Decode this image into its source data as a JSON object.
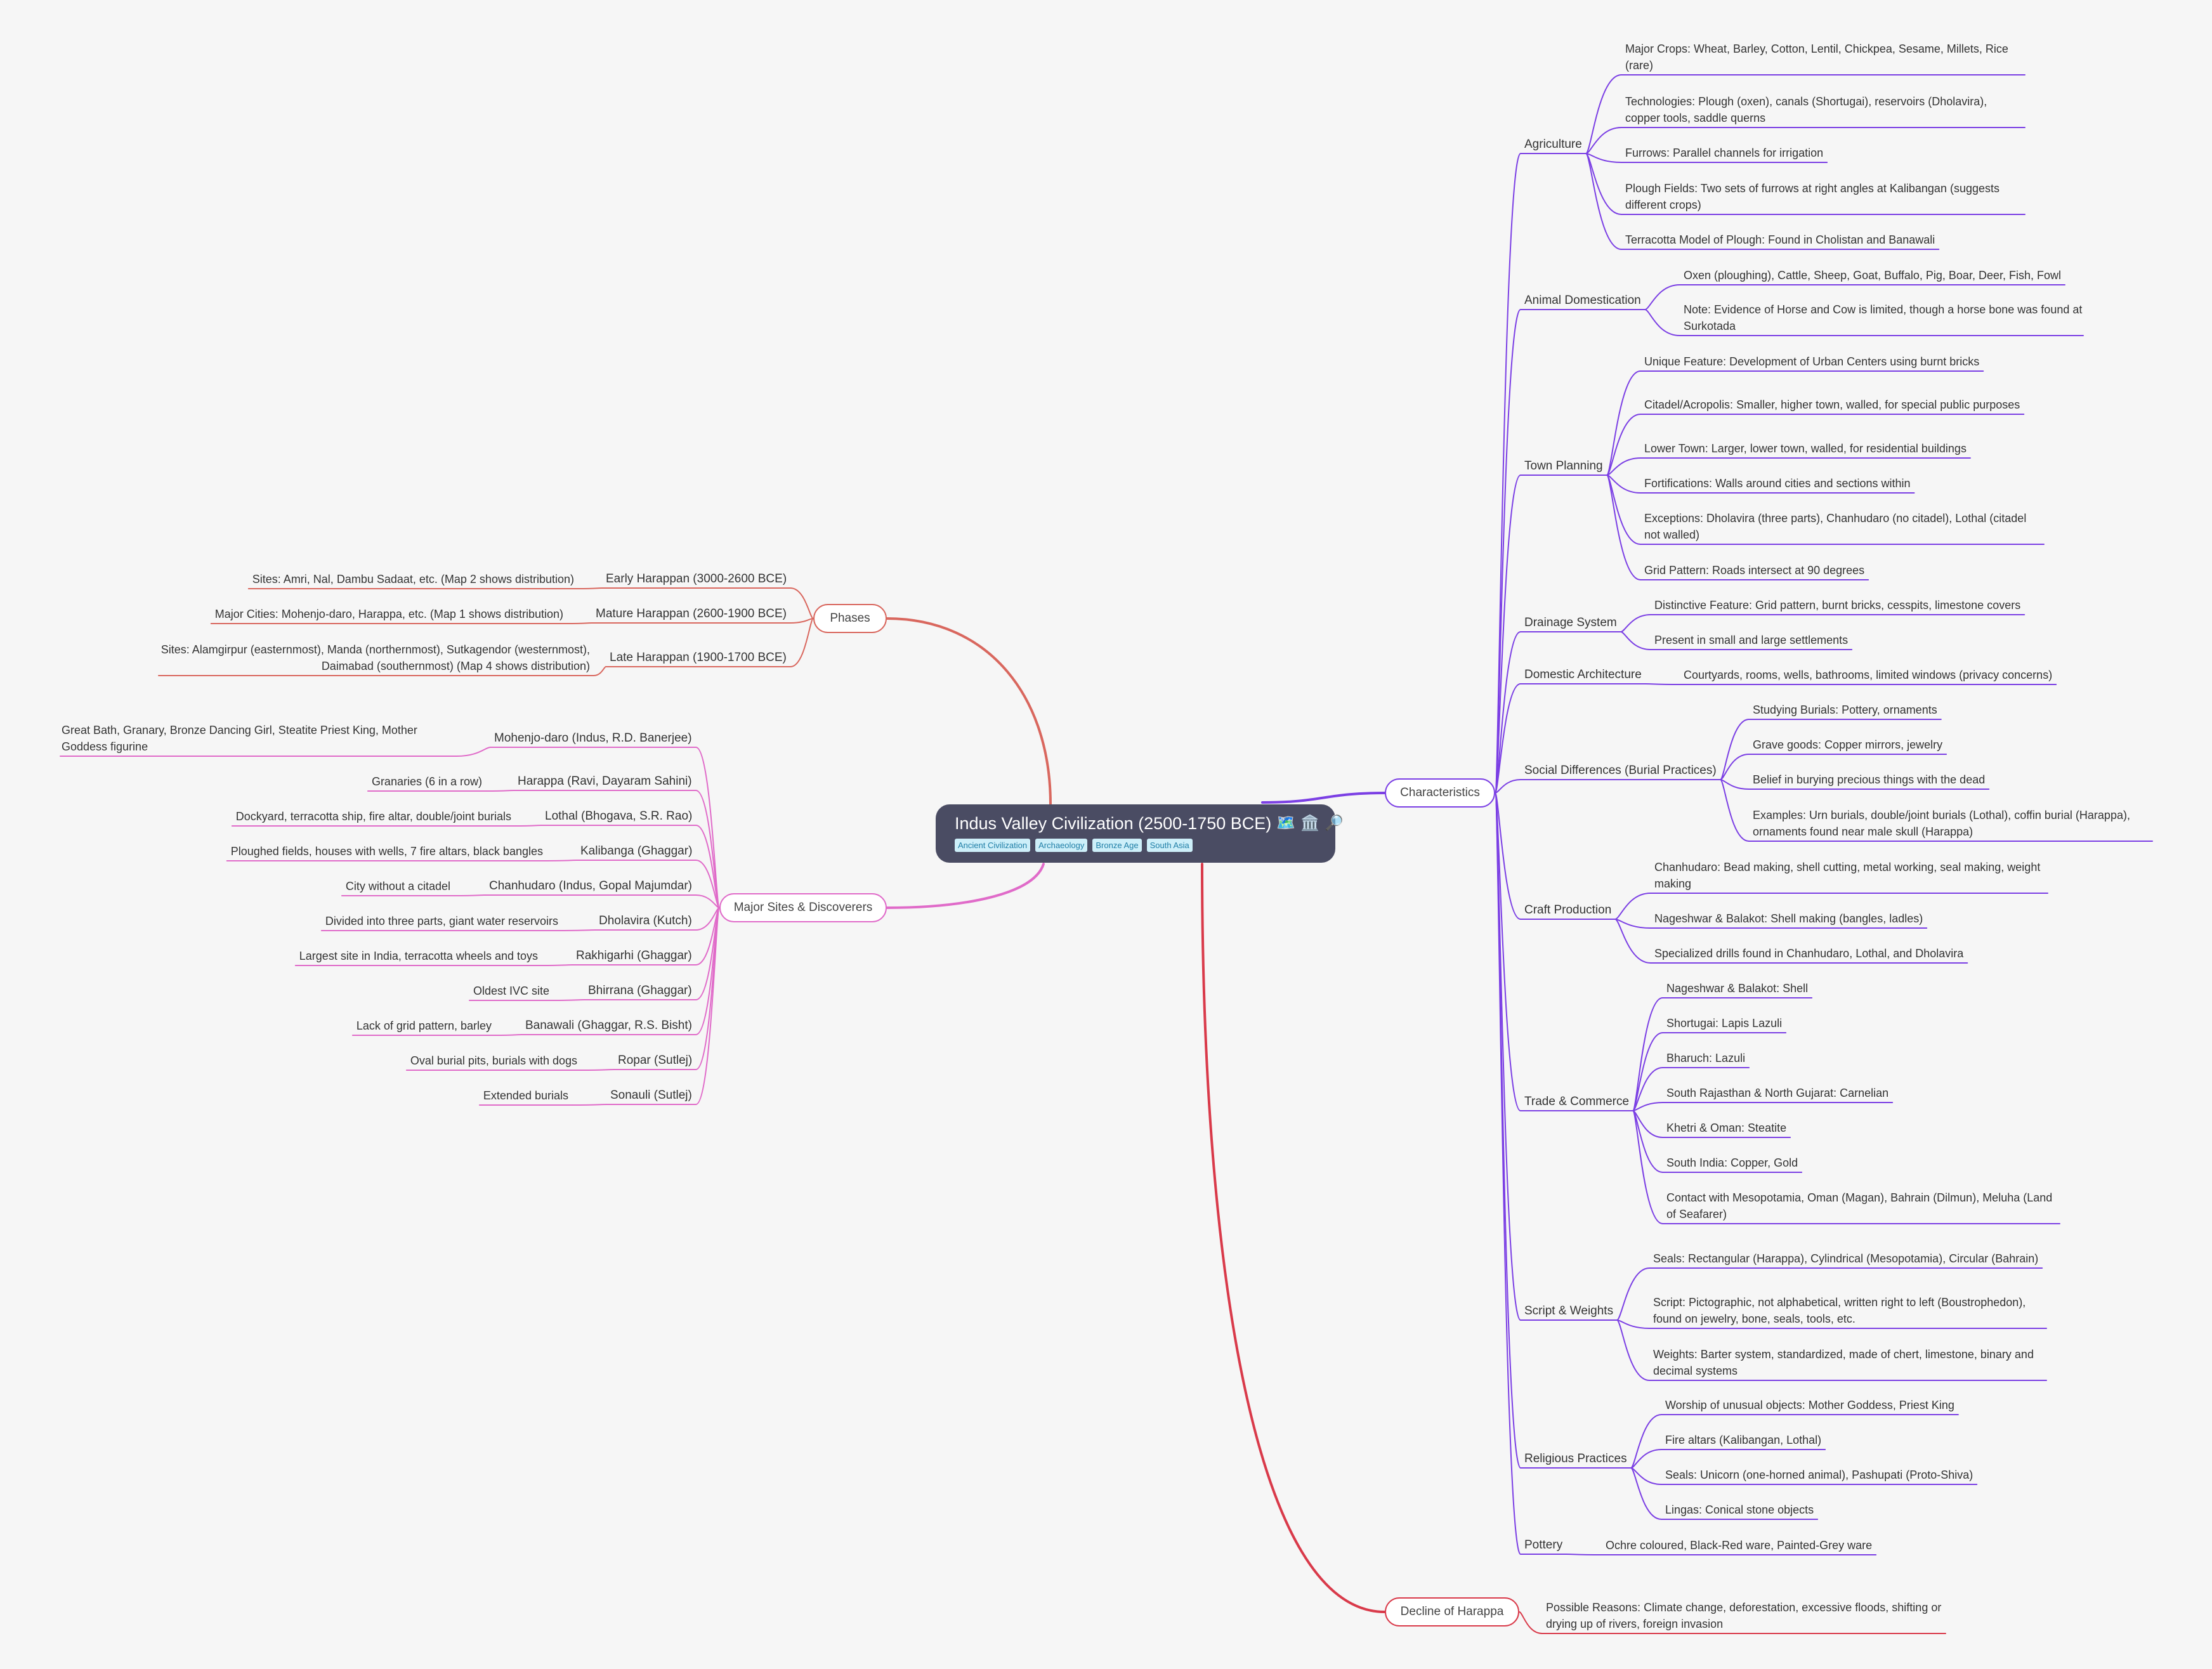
{
  "root": {
    "title": "Indus Valley Civilization (2500-1750 BCE)",
    "icons": [
      "map-icon",
      "classical-building-icon",
      "magnifier-icon"
    ],
    "tags": [
      "Ancient Civilization",
      "Archaeology",
      "Bronze Age",
      "South Asia"
    ]
  },
  "colors": {
    "root_bg": "#4a4c63",
    "characteristics": "#7b3fe4",
    "phases": "#d9675e",
    "sites": "#e06bc9",
    "decline": "#d93a4a",
    "tag_bg": "#cdeff9"
  },
  "characteristics": {
    "label": "Characteristics",
    "children": [
      {
        "label": "Agriculture",
        "items": [
          "Major Crops: Wheat, Barley, Cotton, Lentil, Chickpea, Sesame, Millets, Rice (rare)",
          "Technologies: Plough (oxen), canals (Shortugai), reservoirs (Dholavira), copper tools, saddle querns",
          "Furrows: Parallel channels for irrigation",
          "Plough Fields: Two sets of furrows at right angles at Kalibangan (suggests different crops)",
          "Terracotta Model of Plough: Found in Cholistan and Banawali"
        ]
      },
      {
        "label": "Animal Domestication",
        "items": [
          "Oxen (ploughing), Cattle, Sheep, Goat, Buffalo, Pig, Boar, Deer, Fish, Fowl",
          "Note: Evidence of Horse and Cow is limited, though a horse bone was found at Surkotada"
        ]
      },
      {
        "label": "Town Planning",
        "items": [
          "Unique Feature: Development of Urban Centers using burnt bricks",
          "Citadel/Acropolis: Smaller, higher town, walled, for special public purposes",
          "Lower Town: Larger, lower town, walled, for residential buildings",
          "Fortifications: Walls around cities and sections within",
          "Exceptions: Dholavira (three parts), Chanhudaro (no citadel), Lothal (citadel not walled)",
          "Grid Pattern: Roads intersect at 90 degrees"
        ]
      },
      {
        "label": "Drainage System",
        "items": [
          "Distinctive Feature: Grid pattern, burnt bricks, cesspits, limestone covers",
          "Present in small and large settlements"
        ]
      },
      {
        "label": "Domestic Architecture",
        "items": [
          "Courtyards, rooms, wells, bathrooms, limited windows (privacy concerns)"
        ]
      },
      {
        "label": "Social Differences (Burial Practices)",
        "items": [
          "Studying Burials: Pottery, ornaments",
          "Grave goods: Copper mirrors, jewelry",
          "Belief in burying precious things with the dead",
          "Examples: Urn burials, double/joint burials (Lothal), coffin burial (Harappa), ornaments found near male skull (Harappa)"
        ]
      },
      {
        "label": "Craft Production",
        "items": [
          "Chanhudaro: Bead making, shell cutting, metal working, seal making, weight making",
          "Nageshwar & Balakot: Shell making (bangles, ladles)",
          "Specialized drills found in Chanhudaro, Lothal, and Dholavira"
        ]
      },
      {
        "label": "Trade & Commerce",
        "items": [
          "Nageshwar & Balakot: Shell",
          "Shortugai: Lapis Lazuli",
          "Bharuch: Lazuli",
          "South Rajasthan & North Gujarat: Carnelian",
          "Khetri & Oman: Steatite",
          "South India: Copper, Gold",
          "Contact with Mesopotamia, Oman (Magan), Bahrain (Dilmun), Meluha (Land of Seafarer)"
        ]
      },
      {
        "label": "Script & Weights",
        "items": [
          "Seals: Rectangular (Harappa), Cylindrical (Mesopotamia), Circular (Bahrain)",
          "Script: Pictographic, not alphabetical, written right to left (Boustrophedon), found on jewelry, bone, seals, tools, etc.",
          "Weights: Barter system, standardized, made of chert, limestone, binary and decimal systems"
        ]
      },
      {
        "label": "Religious Practices",
        "items": [
          "Worship of unusual objects: Mother Goddess, Priest King",
          "Fire altars (Kalibangan, Lothal)",
          "Seals: Unicorn (one-horned animal), Pashupati (Proto-Shiva)",
          "Lingas: Conical stone objects"
        ]
      },
      {
        "label": "Pottery",
        "items": [
          "Ochre coloured, Black-Red ware, Painted-Grey ware"
        ]
      }
    ]
  },
  "decline": {
    "label": "Decline of Harappa",
    "items": [
      "Possible Reasons: Climate change, deforestation, excessive floods, shifting or drying up of rivers, foreign invasion"
    ]
  },
  "phases": {
    "label": "Phases",
    "children": [
      {
        "label": "Early Harappan (3000-2600 BCE)",
        "items": [
          "Sites:  Amri, Nal, Dambu Sadaat, etc. (Map 2 shows distribution)"
        ]
      },
      {
        "label": "Mature Harappan (2600-1900 BCE)",
        "items": [
          "Major Cities: Mohenjo-daro, Harappa, etc. (Map 1 shows distribution)"
        ]
      },
      {
        "label": "Late Harappan (1900-1700 BCE)",
        "items": [
          "Sites: Alamgirpur (easternmost), Manda (northernmost), Sutkagendor (westernmost), Daimabad (southernmost) (Map 4 shows distribution)"
        ]
      }
    ]
  },
  "sites": {
    "label": "Major Sites & Discoverers",
    "children": [
      {
        "label": "Mohenjo-daro (Indus, R.D. Banerjee)",
        "items": [
          "Great Bath, Granary, Bronze Dancing Girl, Steatite Priest King, Mother Goddess figurine"
        ]
      },
      {
        "label": "Harappa (Ravi, Dayaram Sahini)",
        "items": [
          "Granaries (6 in a row)"
        ]
      },
      {
        "label": "Lothal (Bhogava, S.R. Rao)",
        "items": [
          "Dockyard, terracotta ship, fire altar, double/joint burials"
        ]
      },
      {
        "label": "Kalibanga (Ghaggar)",
        "items": [
          "Ploughed fields, houses with wells, 7 fire altars, black bangles"
        ]
      },
      {
        "label": "Chanhudaro (Indus, Gopal Majumdar)",
        "items": [
          "City without a citadel"
        ]
      },
      {
        "label": "Dholavira (Kutch)",
        "items": [
          "Divided into three parts, giant water reservoirs"
        ]
      },
      {
        "label": "Rakhigarhi (Ghaggar)",
        "items": [
          "Largest site in India, terracotta wheels and toys"
        ]
      },
      {
        "label": "Bhirrana (Ghaggar)",
        "items": [
          "Oldest IVC site"
        ]
      },
      {
        "label": "Banawali (Ghaggar, R.S. Bisht)",
        "items": [
          "Lack of grid pattern, barley"
        ]
      },
      {
        "label": "Ropar (Sutlej)",
        "items": [
          "Oval burial pits, burials with dogs"
        ]
      },
      {
        "label": "Sonauli (Sutlej)",
        "items": [
          "Extended burials"
        ]
      }
    ]
  }
}
